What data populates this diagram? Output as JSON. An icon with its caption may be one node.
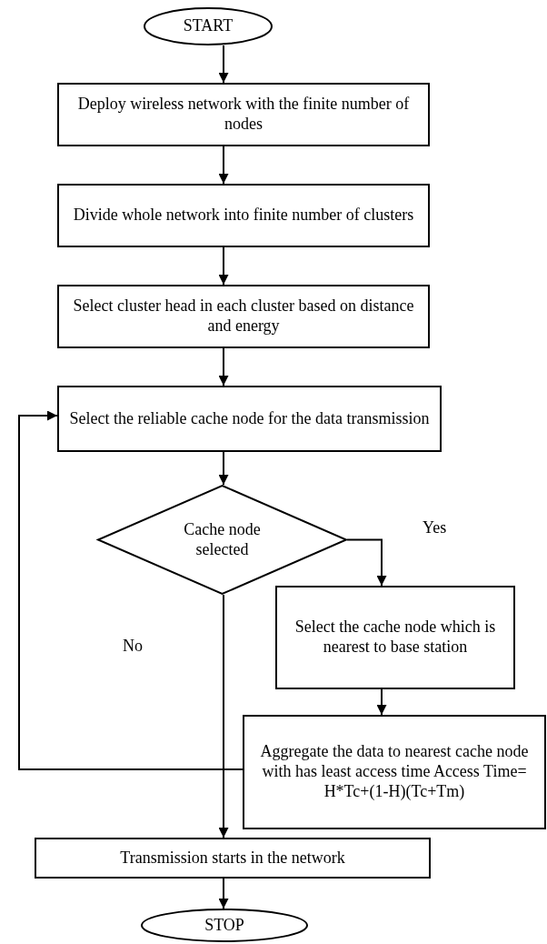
{
  "diagram": {
    "nodes": [
      {
        "text": [
          "START"
        ]
      },
      {
        "text": [
          "Deploy wireless network with the finite number of nodes"
        ]
      },
      {
        "text": [
          "Divide whole network into finite number of clusters"
        ]
      },
      {
        "text": [
          "Select cluster head in each cluster based on distance and energy"
        ]
      },
      {
        "text": [
          "Select the reliable cache node for the data transmission"
        ]
      },
      {
        "text": [
          "Cache node selected"
        ]
      },
      {
        "text": [
          "Select the cache node which is nearest to base station"
        ]
      },
      {
        "text": [
          "Aggregate the data to nearest cache node with has least access time Access Time= H*Tc+(1-H)(Tc+Tm)"
        ]
      },
      {
        "text": [
          "Transmission starts in the network"
        ]
      },
      {
        "text": [
          "STOP"
        ]
      }
    ],
    "edges": [
      {
        "from": 0,
        "to": 1,
        "arrow": "to"
      },
      {
        "from": 1,
        "to": 2,
        "arrow": "to"
      },
      {
        "from": 2,
        "to": 3,
        "arrow": "to"
      },
      {
        "from": 3,
        "to": 4,
        "arrow": "to"
      },
      {
        "from": 4,
        "to": 5,
        "arrow": "to"
      },
      {
        "from": 5,
        "to": 6,
        "arrow": "to",
        "label": "Yes"
      },
      {
        "from": 6,
        "to": 7,
        "arrow": "to"
      },
      {
        "from": 7,
        "to": 4,
        "arrow": "to"
      },
      {
        "from": 5,
        "to": 8,
        "arrow": "to",
        "label": "No"
      },
      {
        "from": 8,
        "to": 9,
        "arrow": "to"
      }
    ]
  }
}
